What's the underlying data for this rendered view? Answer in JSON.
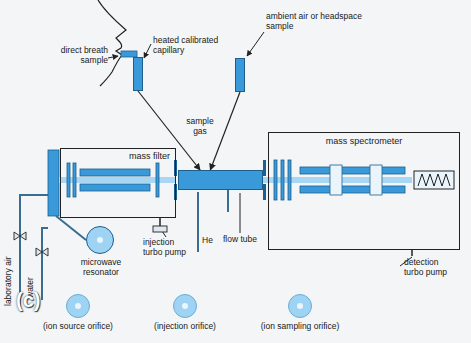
{
  "diagram": {
    "nodes": [
      {
        "text": [
          "heated calibrated capillary"
        ]
      },
      {
        "text": [
          "ambient air or headspace sample"
        ]
      },
      {
        "text": [
          "mass filter"
        ]
      },
      {
        "text": [
          "flow tube"
        ]
      },
      {
        "text": [
          "mass spectrometer"
        ]
      },
      {
        "text": [
          "microwave resonator"
        ]
      },
      {
        "text": [
          "(ion source orifice)"
        ]
      },
      {
        "text": [
          "(injection orifice)"
        ]
      },
      {
        "text": [
          "(ion sampling orifice)"
        ]
      }
    ],
    "edges": [
      {
        "from": 0,
        "to": 3,
        "arrow": "to"
      },
      {
        "from": 1,
        "to": 3,
        "arrow": "to"
      }
    ],
    "labels": [
      "direct breath sample",
      "sample gas",
      "injection turbo pump",
      "He",
      "laboratory air",
      "water",
      "detection turbo pump",
      "(c)"
    ]
  }
}
